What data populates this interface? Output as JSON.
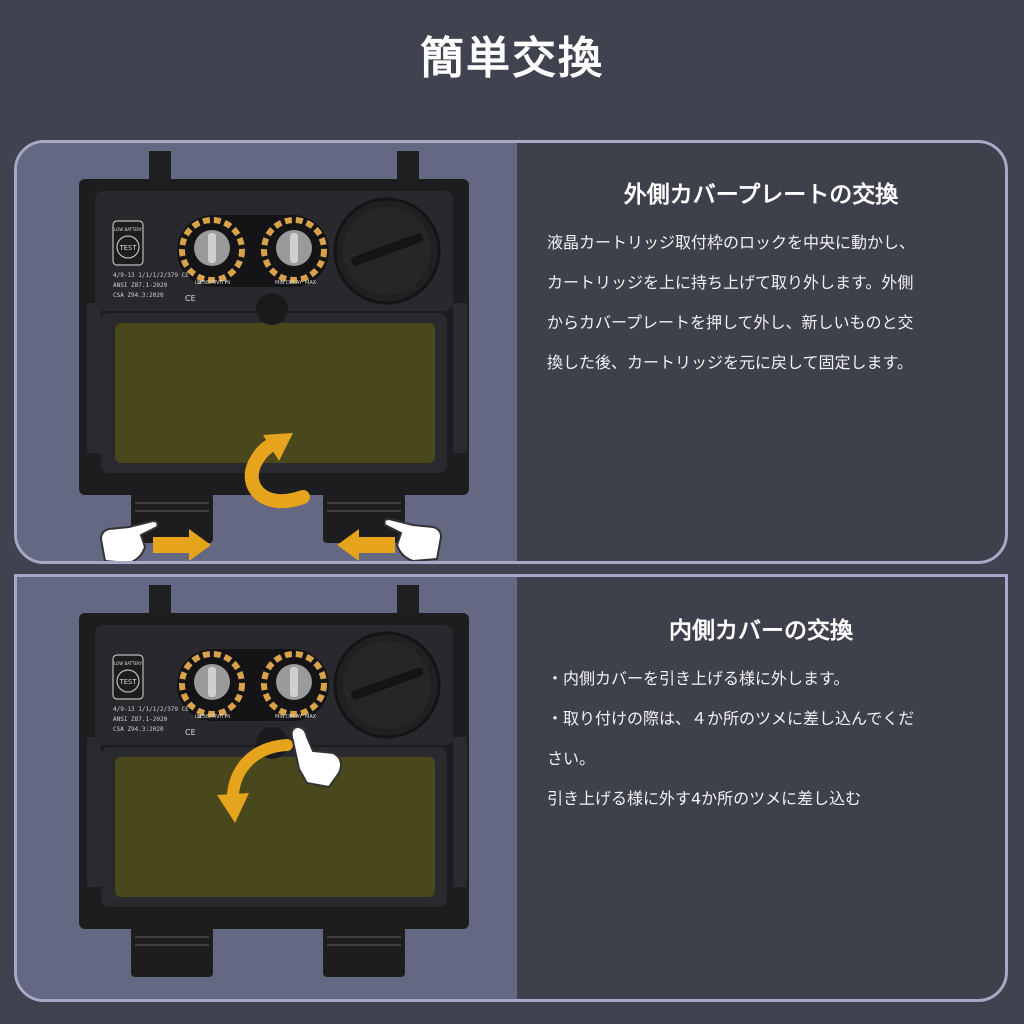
{
  "page": {
    "title": "簡単交換"
  },
  "outer_cover": {
    "heading": "外側カバープレートの交換",
    "body_lines": [
      "液晶カートリッジ取付枠のロックを中央に動かし、",
      "カートリッジを上に持ち上げて取り外します。外側",
      "からカバープレートを押して外し、新しいものと交",
      "換した後、カートリッジを元に戻して固定します。"
    ]
  },
  "inner_cover": {
    "heading": "内側カバーの交換",
    "body_lines": [
      "・内側カバーを引き上げる様に外します。",
      "・取り付けの際は、４か所のツメに差し込んでくだ",
      "さい。",
      "引き上げる様に外す4か所のツメに差し込む"
    ]
  },
  "cartridge_labels": {
    "test": "TEST",
    "low_battery": "LOW BATTERY",
    "sensitivity": "SENSITIVITY",
    "lo": "Lo",
    "hi": "Hi",
    "min": "MIN",
    "delay": "DELAY",
    "max": "MAX",
    "cert_1": "4/9-13 1/1/1/2/379 CE",
    "cert_2": "ANSI Z87.1-2020",
    "cert_3": "CSA Z94.3:2020",
    "ce": "CE"
  },
  "colors": {
    "background": "#40424f",
    "panel_border": "#a6a9c7",
    "image_bg": "#656882",
    "arrow": "#e6a31c",
    "lens": "#48481c",
    "dial_gold": "#d9a24a"
  }
}
